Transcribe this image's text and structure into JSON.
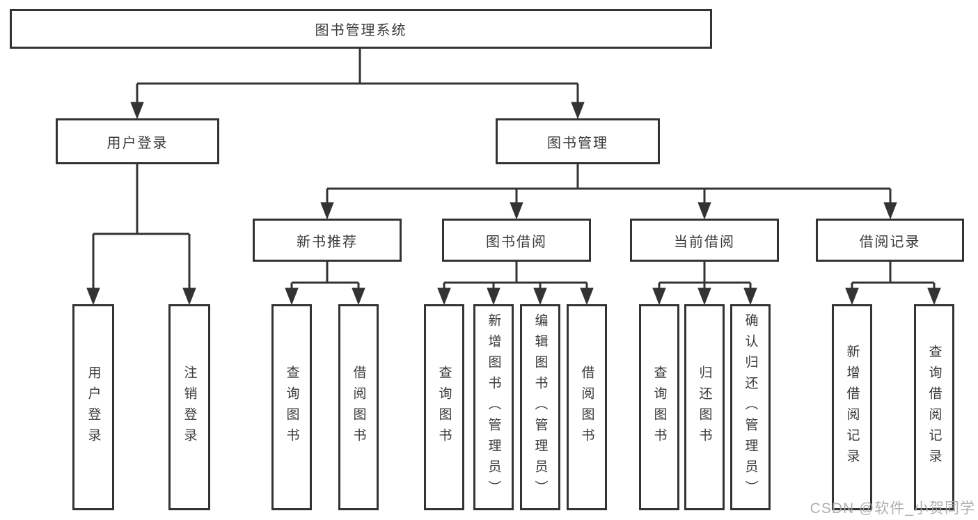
{
  "watermark": "CSDN @软件_小贺同学",
  "colors": {
    "line": "#333333",
    "box_border": "#333333",
    "text": "#3a3a3a",
    "watermark": "#a8a8a8",
    "background": "#ffffff"
  },
  "tree": {
    "root": {
      "label": "图书管理系统"
    },
    "level2": [
      {
        "label": "用户登录"
      },
      {
        "label": "图书管理"
      }
    ],
    "level3": [
      {
        "label": "新书推荐"
      },
      {
        "label": "图书借阅"
      },
      {
        "label": "当前借阅"
      },
      {
        "label": "借阅记录"
      }
    ],
    "leaves": {
      "user_login": [
        "用户登录",
        "注销登录"
      ],
      "new_book": [
        "查询图书",
        "借阅图书"
      ],
      "book_borrow": [
        "查询图书",
        "新增图书（管理员）",
        "编辑图书（管理员）",
        "借阅图书"
      ],
      "current_borrow": [
        "查询图书",
        "归还图书",
        "确认归还（管理员）"
      ],
      "borrow_record": [
        "新增借阅记录",
        "查询借阅记录"
      ]
    }
  }
}
